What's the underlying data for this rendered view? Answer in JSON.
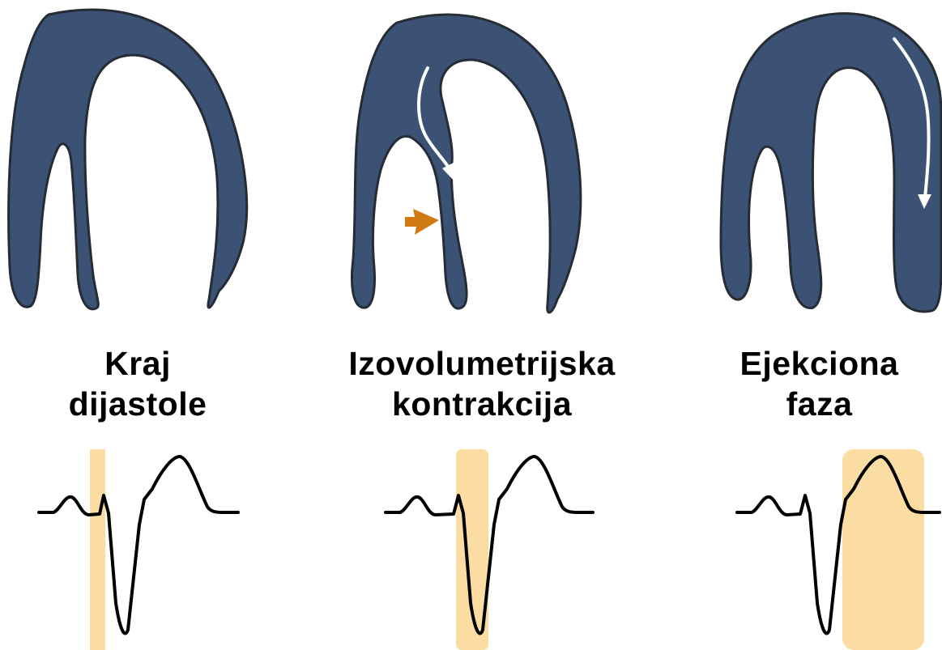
{
  "colors": {
    "heart_fill": "#3b5275",
    "heart_stroke": "#262c35",
    "highlight": "#fbdca2",
    "flow_arrow": "#ffffff",
    "wall_arrow": "#cf7a12",
    "ecg_line": "#000000"
  },
  "panels": [
    {
      "line1": "Kraj",
      "line2": "dijastole",
      "ecg_highlight": "end-diastole"
    },
    {
      "line1": "Izovolumetrijska",
      "line2": "kontrakcija",
      "ecg_highlight": "isovolumetric-contraction"
    },
    {
      "line1": "Ejekciona",
      "line2": "faza",
      "ecg_highlight": "ejection"
    }
  ]
}
